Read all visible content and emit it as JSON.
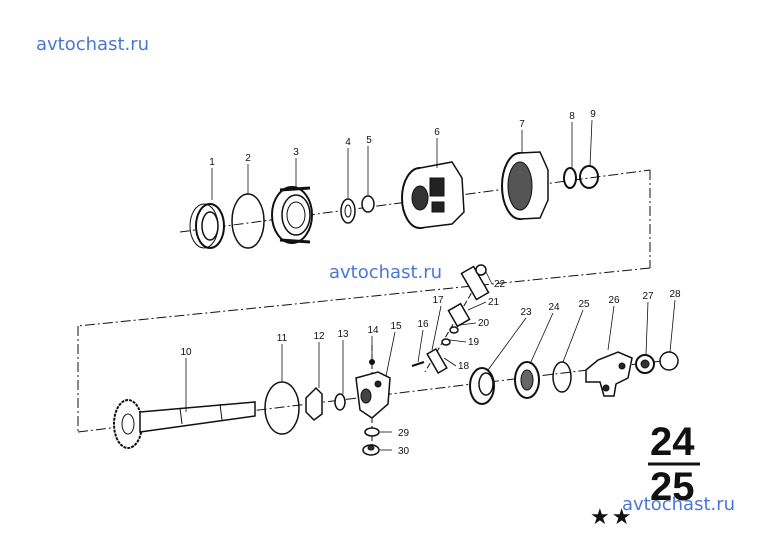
{
  "watermarks": {
    "top_left": "avtochast.ru",
    "middle": "avtochast.ru",
    "bottom_right": "avtochast.ru"
  },
  "page_ref": {
    "top": "24",
    "bottom": "25"
  },
  "rating": "★★",
  "callouts": {
    "c1": "1",
    "c2": "2",
    "c3": "3",
    "c4": "4",
    "c5": "5",
    "c6": "6",
    "c7": "7",
    "c8": "8",
    "c9": "9",
    "c10": "10",
    "c11": "11",
    "c12": "12",
    "c13": "13",
    "c14": "14",
    "c15": "15",
    "c16": "16",
    "c17": "17",
    "c18": "18",
    "c19": "19",
    "c20": "20",
    "c21": "21",
    "c22": "22",
    "c23": "23",
    "c24": "24",
    "c25": "25",
    "c26": "26",
    "c27": "27",
    "c28": "28",
    "c29": "29",
    "c30": "30"
  }
}
